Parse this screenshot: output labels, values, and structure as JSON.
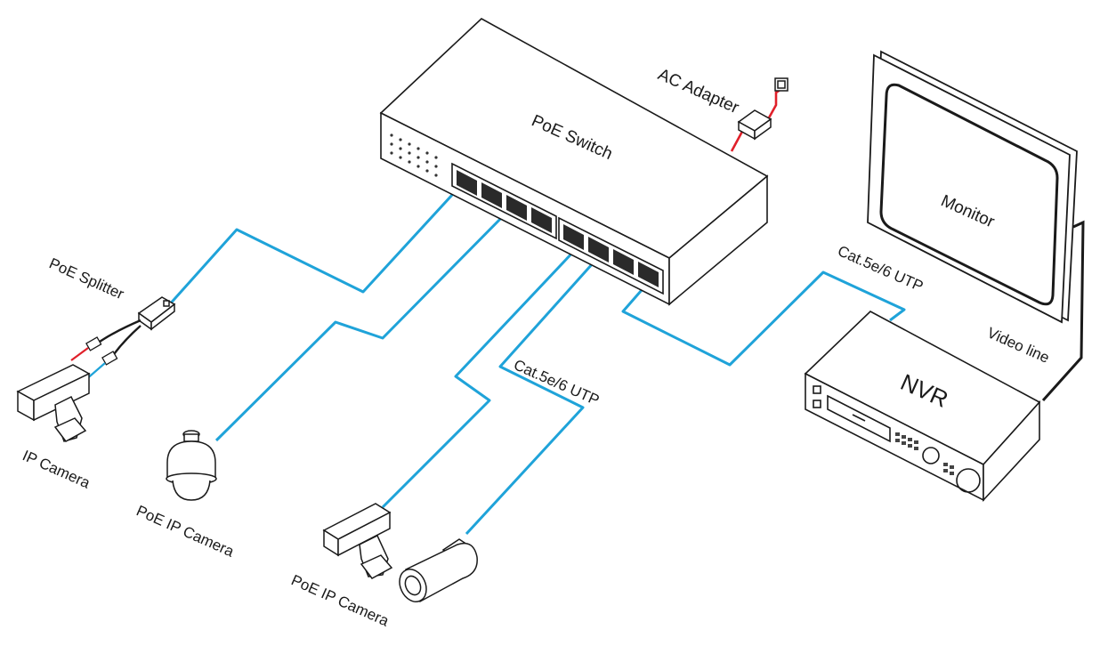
{
  "labels": {
    "switch": "PoE  Switch",
    "ac_adapter": "AC Adapter",
    "monitor": "Monitor",
    "nvr": "NVR",
    "video_line": "Video line",
    "cable_right": "Cat.5e/6 UTP",
    "cable_center": "Cat.5e/6 UTP",
    "splitter": "PoE Splitter",
    "ip_camera": "IP Camera",
    "poe_ip_camera_1": "PoE IP Camera",
    "poe_ip_camera_2": "PoE IP Camera"
  },
  "colors": {
    "cable": "#1fa3d9",
    "power": "#e0202a",
    "outline": "#1a1a1a",
    "video_line": "#1a1a1a"
  },
  "icons": {
    "switch": "poe-switch-icon",
    "adapter": "ac-adapter-icon",
    "outlet": "power-outlet-icon",
    "monitor": "monitor-icon",
    "nvr": "nvr-recorder-icon",
    "splitter": "poe-splitter-icon",
    "box_camera": "box-camera-icon",
    "dome_camera": "ptz-dome-camera-icon",
    "bullet_camera": "bullet-camera-icon"
  }
}
